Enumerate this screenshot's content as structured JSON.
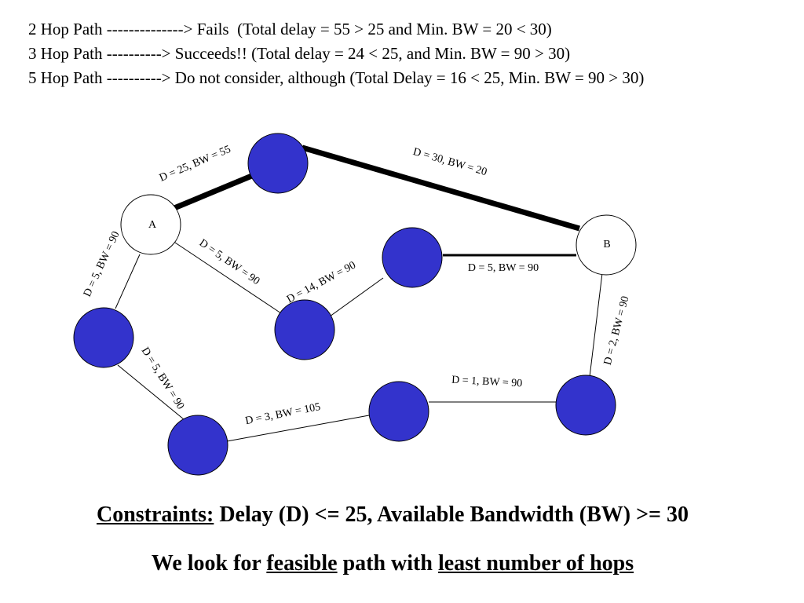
{
  "header": {
    "lines": [
      "2 Hop Path --------------> Fails  (Total delay = 55 > 25 and Min. BW = 20 < 30)",
      "3 Hop Path ----------> Succeeds!! (Total delay = 24 < 25, and Min. BW = 90 > 30)",
      "5 Hop Path ----------> Do not consider, although (Total Delay = 16 < 25, Min. BW = 90 > 30)"
    ]
  },
  "diagram": {
    "nodes": {
      "A": {
        "label": "A",
        "color": "#ffffff"
      },
      "B": {
        "label": "B",
        "color": "#ffffff"
      },
      "fill_color": "#3333cc"
    },
    "edges": [
      {
        "label": "D = 25, BW = 55",
        "highlighted": true
      },
      {
        "label": "D = 30, BW = 20",
        "highlighted": true
      },
      {
        "label": "D = 5, BW = 90"
      },
      {
        "label": "D = 5, BW = 90"
      },
      {
        "label": "D = 14, BW = 90",
        "highlighted": true
      },
      {
        "label": "D = 5, BW = 90"
      },
      {
        "label": "D = 5, BW = 90"
      },
      {
        "label": "D = 3, BW = 105"
      },
      {
        "label": "D = 1, BW = 90"
      },
      {
        "label": "D = 2, BW = 90"
      }
    ]
  },
  "footer": {
    "constraints_label": "Constraints:",
    "constraints_text": " Delay (D) <= 25, Available Bandwidth (BW) >= 30",
    "goal_prefix": "We look for ",
    "goal_feasible": "feasible",
    "goal_middle": " path with ",
    "goal_least": "least number of hops"
  }
}
